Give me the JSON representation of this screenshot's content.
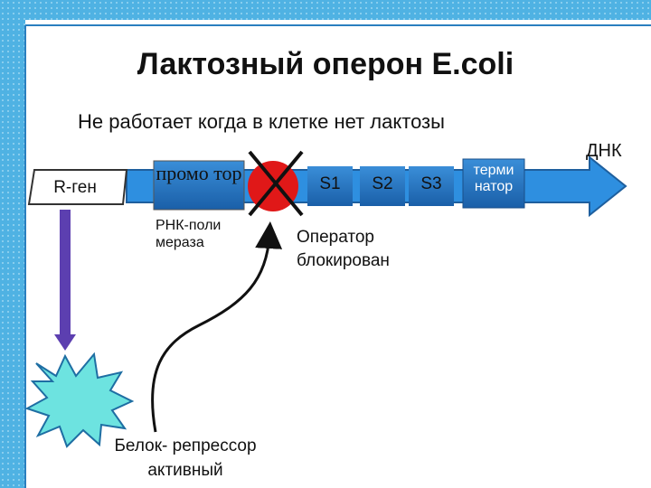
{
  "title": "Лактозный оперон E.coli",
  "subtitle": "Не работает когда в клетке нет лактозы",
  "dna_label": "ДНК",
  "genes": {
    "r_gene": "R-ген",
    "promoter": "промо тор",
    "s1": "S1",
    "s2": "S2",
    "s3": "S3",
    "terminator": "терми натор"
  },
  "rna_polymerase": "РНК-поли мераза",
  "operator_status": "Оператор блокирован",
  "repressor": "Белок- репрессор активный",
  "colors": {
    "frame_bar": "#3aa0d8",
    "dna_arrow": "#2e8fe0",
    "gene_box": "#1f6fb8",
    "operator": "#e01818",
    "down_arrow": "#5c3fb0",
    "repressor": "#6de3e0"
  }
}
